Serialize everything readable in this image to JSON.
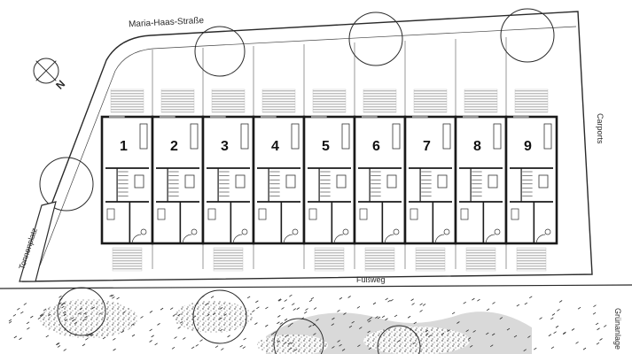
{
  "labels": {
    "street": "Maria-Haas-Straße",
    "carports": "Carports",
    "footpath": "Fußweg",
    "green_area": "Grünanlage",
    "bin_area": "Tonnenplatz",
    "north": "N"
  },
  "units": [
    "1",
    "2",
    "3",
    "4",
    "5",
    "6",
    "7",
    "8",
    "9"
  ],
  "colors": {
    "line": "#2a2a2a",
    "wall": "#1a1a1a",
    "terrace": "#c8c8c8",
    "shade": "#d6d6d6",
    "vegetation": "#1f1f1f",
    "background": "#ffffff"
  },
  "icons": {
    "north_arrow": "compass-north-icon",
    "trees": "tree-canopy-icon"
  }
}
